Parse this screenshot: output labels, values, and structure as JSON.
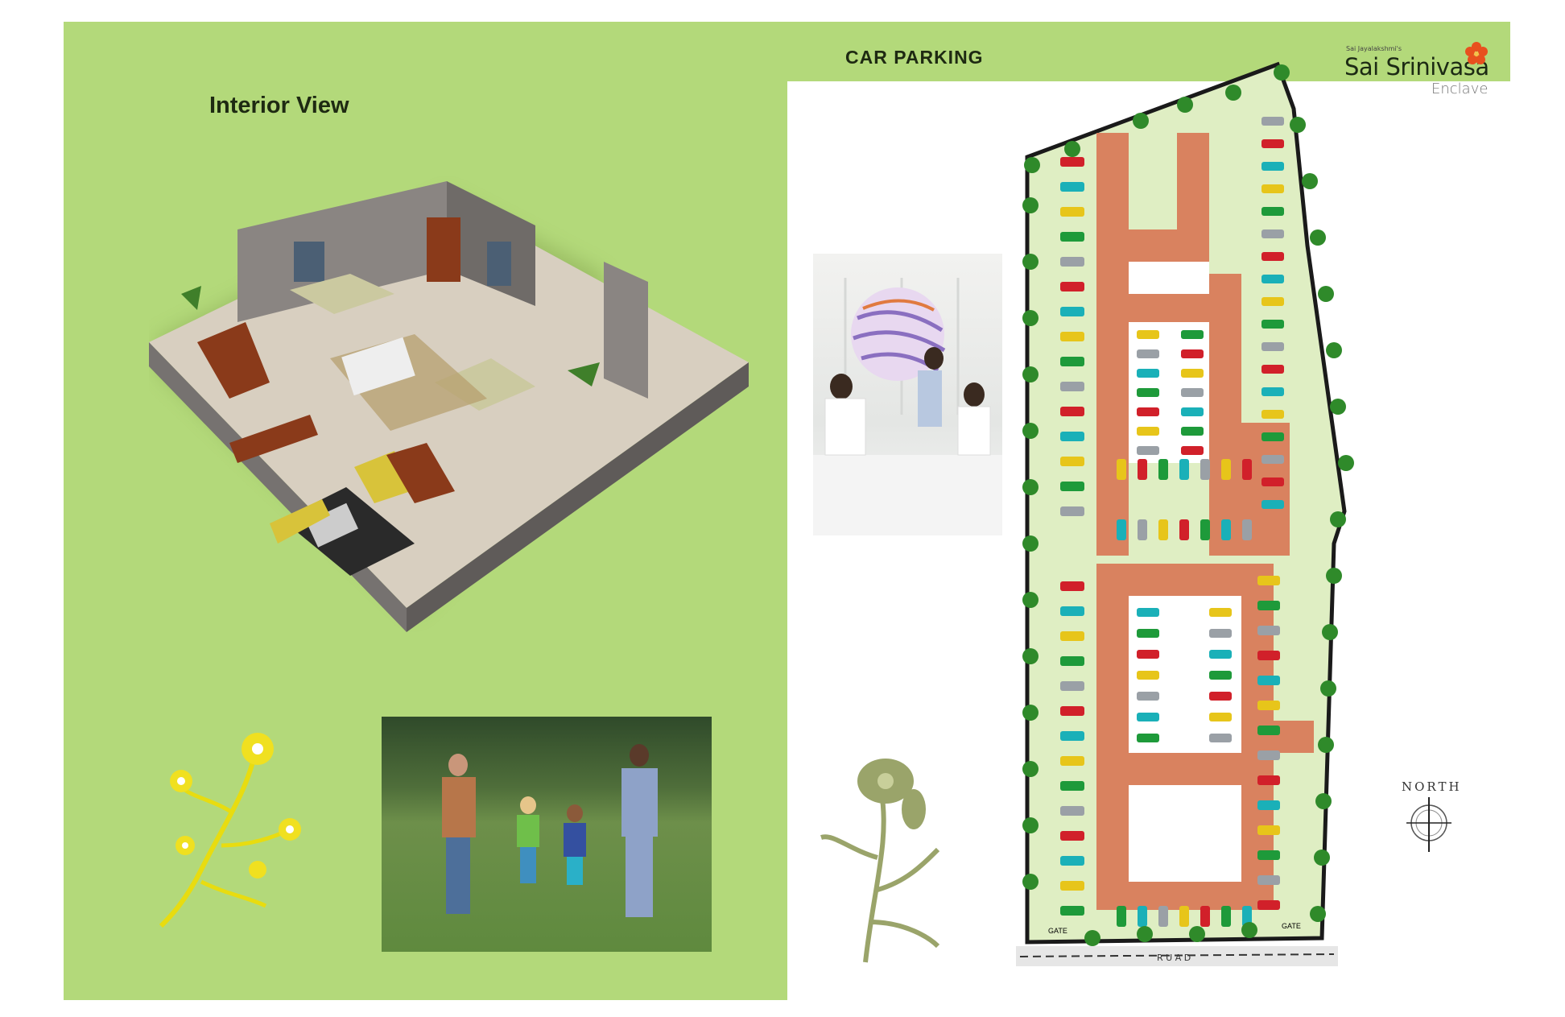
{
  "left_page": {
    "title": "Interior View",
    "background_color": "#b3d97a"
  },
  "right_page": {
    "title": "CAR PARKING",
    "logo": {
      "tagline": "Sai Jayalakshmi's",
      "name": "Sai Srinivasa",
      "subtitle": "Enclave",
      "flower_color": "#e8501e"
    },
    "site_plan": {
      "gate_left": "GATE",
      "gate_right": "GATE",
      "road": "R U A D",
      "car_colors": [
        "#1ab0b8",
        "#9aa0a6",
        "#e7c51a",
        "#d1202a",
        "#1e9a3a"
      ],
      "lawn_color": "#dfeec3",
      "brick_color": "#d9825f"
    },
    "compass": {
      "label": "NORTH"
    }
  }
}
